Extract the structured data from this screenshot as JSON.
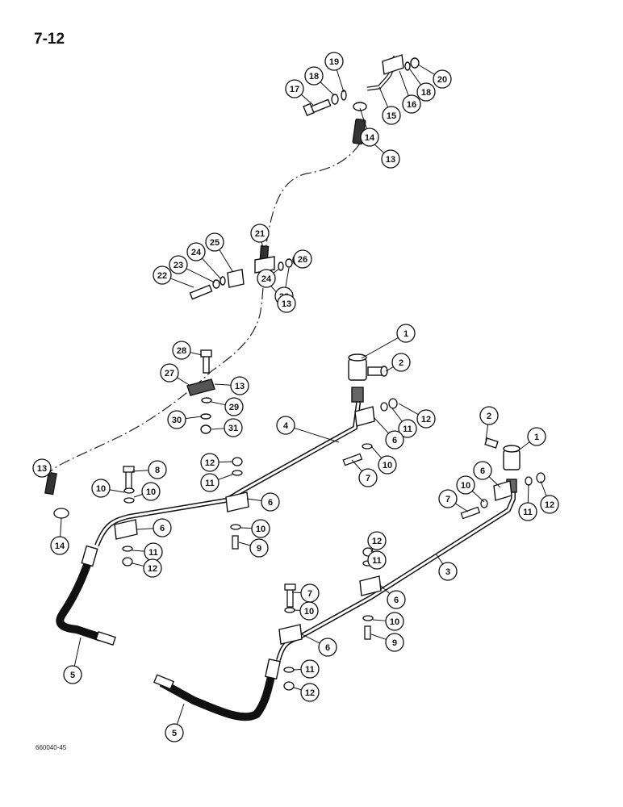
{
  "page": {
    "number": "7-12",
    "drawing_code": "660040-45"
  },
  "callouts": [
    {
      "id": "c13a",
      "label": "13"
    },
    {
      "id": "c14a",
      "label": "14"
    },
    {
      "id": "c15",
      "label": "15"
    },
    {
      "id": "c16",
      "label": "16"
    },
    {
      "id": "c17",
      "label": "17"
    },
    {
      "id": "c18a",
      "label": "18"
    },
    {
      "id": "c18b",
      "label": "18"
    },
    {
      "id": "c19",
      "label": "19"
    },
    {
      "id": "c20",
      "label": "20"
    },
    {
      "id": "c21",
      "label": "21"
    },
    {
      "id": "c22",
      "label": "22"
    },
    {
      "id": "c23a",
      "label": "23"
    },
    {
      "id": "c23b",
      "label": "23"
    },
    {
      "id": "c24a",
      "label": "24"
    },
    {
      "id": "c24b",
      "label": "24"
    },
    {
      "id": "c25",
      "label": "25"
    },
    {
      "id": "c26",
      "label": "26"
    },
    {
      "id": "c13b",
      "label": "13"
    },
    {
      "id": "c28",
      "label": "28"
    },
    {
      "id": "c27",
      "label": "27"
    },
    {
      "id": "c13c",
      "label": "13"
    },
    {
      "id": "c29",
      "label": "29"
    },
    {
      "id": "c30",
      "label": "30"
    },
    {
      "id": "c31",
      "label": "31"
    },
    {
      "id": "c1a",
      "label": "1"
    },
    {
      "id": "c2a",
      "label": "2"
    },
    {
      "id": "c12a",
      "label": "12"
    },
    {
      "id": "c11a",
      "label": "11"
    },
    {
      "id": "c6a",
      "label": "6"
    },
    {
      "id": "c4",
      "label": "4"
    },
    {
      "id": "c10a",
      "label": "10"
    },
    {
      "id": "c7a",
      "label": "7"
    },
    {
      "id": "c2b",
      "label": "2"
    },
    {
      "id": "c1b",
      "label": "1"
    },
    {
      "id": "c6b",
      "label": "6"
    },
    {
      "id": "c10b",
      "label": "10"
    },
    {
      "id": "c7b",
      "label": "7"
    },
    {
      "id": "c11b",
      "label": "11"
    },
    {
      "id": "c12b",
      "label": "12"
    },
    {
      "id": "c13d",
      "label": "13"
    },
    {
      "id": "c14b",
      "label": "14"
    },
    {
      "id": "c8",
      "label": "8"
    },
    {
      "id": "c10c",
      "label": "10"
    },
    {
      "id": "c10d",
      "label": "10"
    },
    {
      "id": "c12c",
      "label": "12"
    },
    {
      "id": "c11c",
      "label": "11"
    },
    {
      "id": "c6c",
      "label": "6"
    },
    {
      "id": "c6d",
      "label": "6"
    },
    {
      "id": "c10e",
      "label": "10"
    },
    {
      "id": "c9a",
      "label": "9"
    },
    {
      "id": "c11d",
      "label": "11"
    },
    {
      "id": "c12d",
      "label": "12"
    },
    {
      "id": "c5a",
      "label": "5"
    },
    {
      "id": "c12e",
      "label": "12"
    },
    {
      "id": "c11e",
      "label": "11"
    },
    {
      "id": "c3",
      "label": "3"
    },
    {
      "id": "c7c",
      "label": "7"
    },
    {
      "id": "c10f",
      "label": "10"
    },
    {
      "id": "c6e",
      "label": "6"
    },
    {
      "id": "c10g",
      "label": "10"
    },
    {
      "id": "c9b",
      "label": "9"
    },
    {
      "id": "c6f",
      "label": "6"
    },
    {
      "id": "c11f",
      "label": "11"
    },
    {
      "id": "c12f",
      "label": "12"
    },
    {
      "id": "c5b",
      "label": "5"
    }
  ]
}
